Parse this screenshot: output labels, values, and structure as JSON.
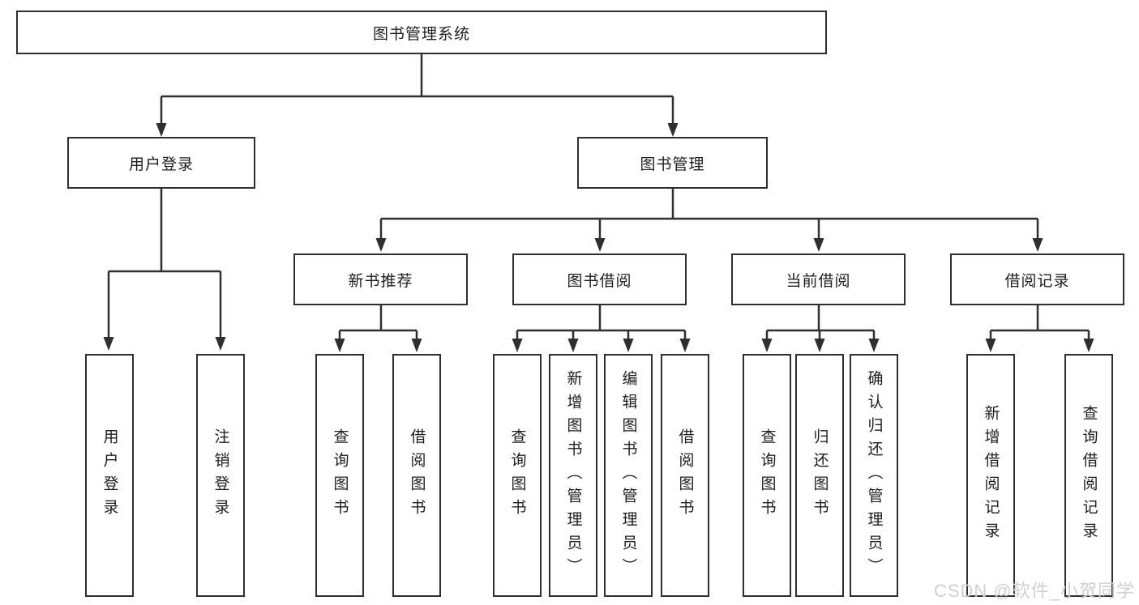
{
  "tree": {
    "root": {
      "label": "图书管理系统",
      "children": [
        {
          "label": "用户登录",
          "children": [
            {
              "label": "用户登录"
            },
            {
              "label": "注销登录"
            }
          ]
        },
        {
          "label": "图书管理",
          "children": [
            {
              "label": "新书推荐",
              "children": [
                {
                  "label": "查询图书"
                },
                {
                  "label": "借阅图书"
                }
              ]
            },
            {
              "label": "图书借阅",
              "children": [
                {
                  "label": "查询图书"
                },
                {
                  "label": "新增图书（管理员）"
                },
                {
                  "label": "编辑图书（管理员）"
                },
                {
                  "label": "借阅图书"
                }
              ]
            },
            {
              "label": "当前借阅",
              "children": [
                {
                  "label": "查询图书"
                },
                {
                  "label": "归还图书"
                },
                {
                  "label": "确认归还（管理员）"
                }
              ]
            },
            {
              "label": "借阅记录",
              "children": [
                {
                  "label": "新增借阅记录"
                },
                {
                  "label": "查询借阅记录"
                }
              ]
            }
          ]
        }
      ]
    }
  },
  "watermark": {
    "text": "CSDN @软件_小贺同学"
  },
  "colors": {
    "line": "#2f2f2f",
    "text": "#1d1d1d",
    "background": "#ffffff",
    "watermark": "#cbcbcb"
  }
}
